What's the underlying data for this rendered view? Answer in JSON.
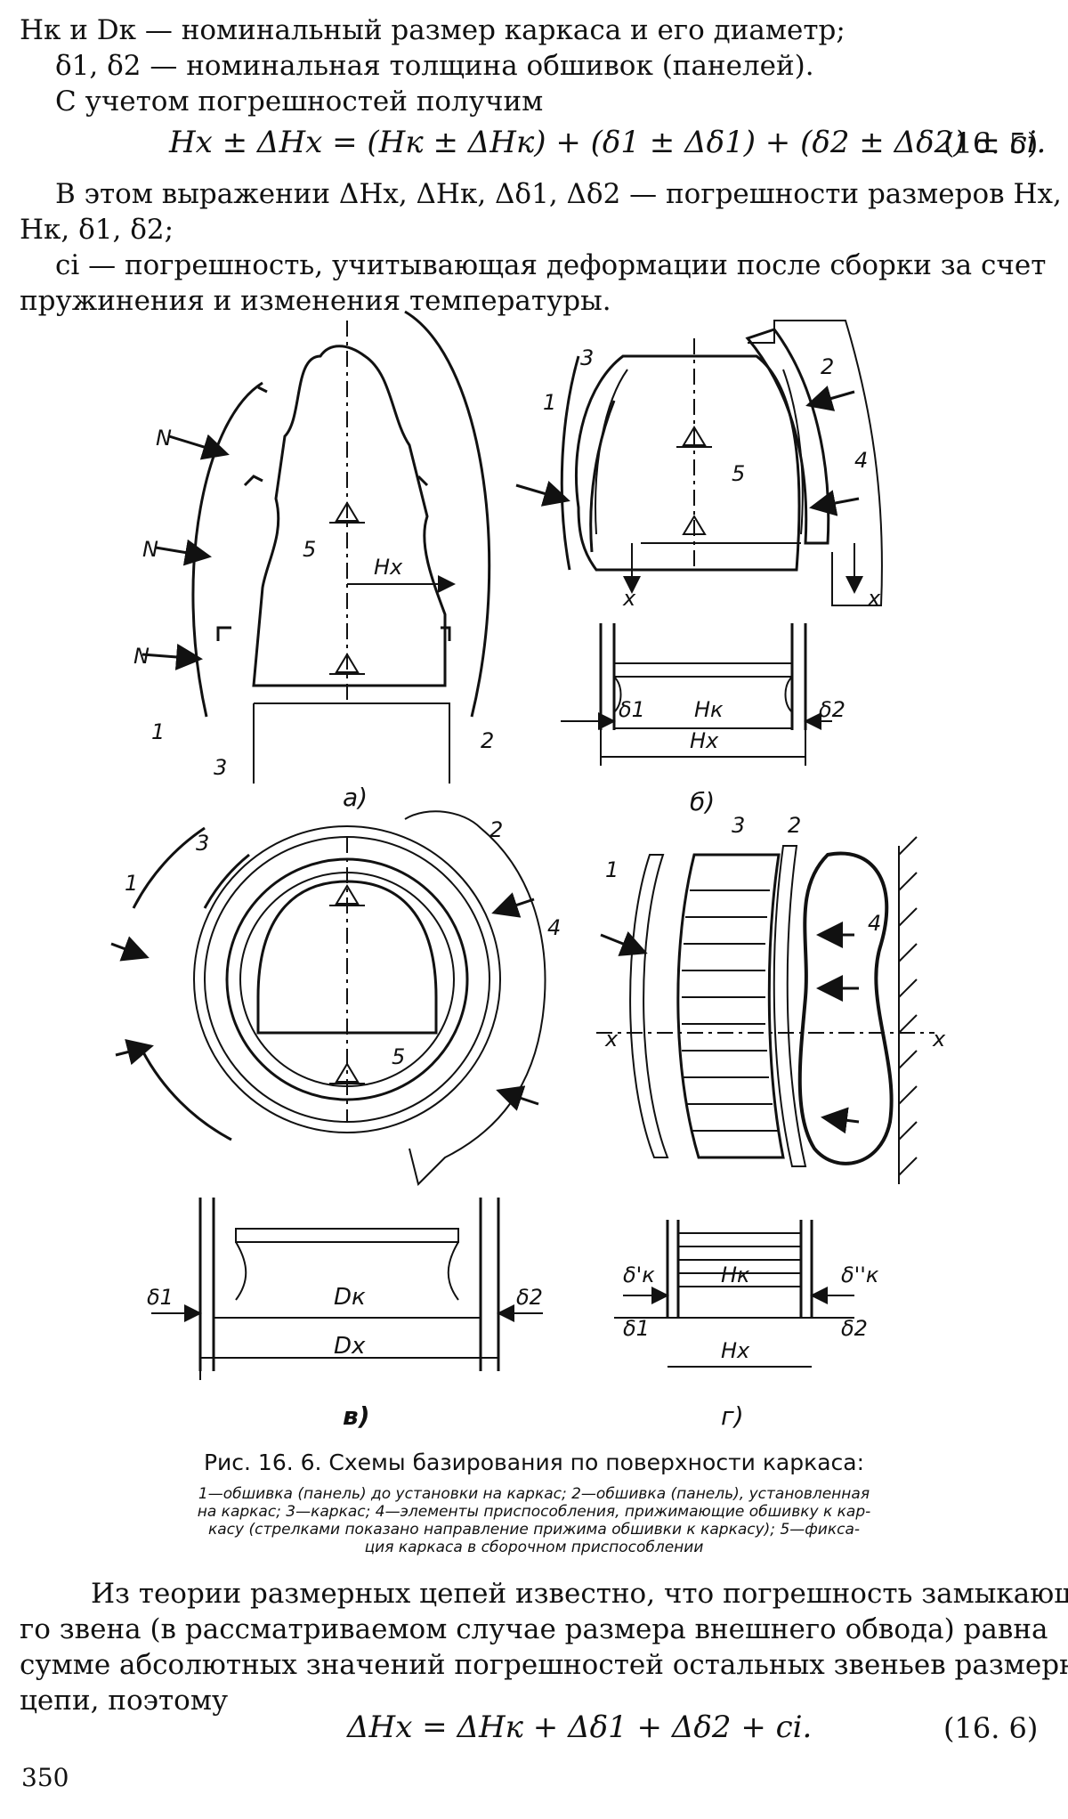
{
  "text_top": {
    "line1": "Hк и Dк — номинальный размер каркаса и его диаметр;",
    "line2": "δ1, δ2 — номинальная толщина обшивок (панелей).",
    "line3": "С учетом погрешностей получим",
    "eq1": "Hx ± ΔHx = (Hк ± ΔHк) + (δ1 ± Δδ1) + (δ2 ± Δδ2) ± ci.",
    "eq1_num": "(16. 5)",
    "line4": "В этом выражении ΔHx, ΔHк, Δδ1, Δδ2 — погрешности размеров Hx,",
    "line5": "Hк, δ1, δ2;",
    "line6": "ci — погрешность, учитывающая деформации после сборки за счет",
    "line7": "пружинения и изменения температуры."
  },
  "figure": {
    "label_a": "а)",
    "label_b": "б)",
    "label_v": "в)",
    "label_g": "г)",
    "n1": "1",
    "n2": "2",
    "n3": "3",
    "n4": "4",
    "n5": "5",
    "N": "N",
    "Hx": "Hx",
    "Hk": "Hк",
    "Dk": "Dк",
    "Dx": "Dx",
    "d1": "δ1",
    "d2": "δ2",
    "dk1": "δ'к",
    "dk2": "δ''к",
    "x": "x"
  },
  "caption": {
    "title": "Рис. 16. 6. Схемы базирования по поверхности каркаса:",
    "body1": "1—обшивка (панель) до установки на каркас; 2—обшивка (панель), установленная",
    "body2": "на каркас; 3—каркас; 4—элементы приспособления, прижимающие обшивку к кар-",
    "body3": "касу (стрелками показано направление прижима обшивки к каркасу); 5—фикса-",
    "body4": "ция каркаса в сборочном приспособлении"
  },
  "text_bottom": {
    "line1": "Из теории размерных цепей известно, что погрешность замыкающе-",
    "line2": "го звена (в рассматриваемом случае размера внешнего обвода) равна",
    "line3": "сумме абсолютных значений погрешностей остальных звеньев размерной",
    "line4": "цепи, поэтому",
    "eq2": "ΔHx = ΔHк + Δδ1 + Δδ2 + ci.",
    "eq2_num": "(16. 6)"
  },
  "page_number": "350"
}
